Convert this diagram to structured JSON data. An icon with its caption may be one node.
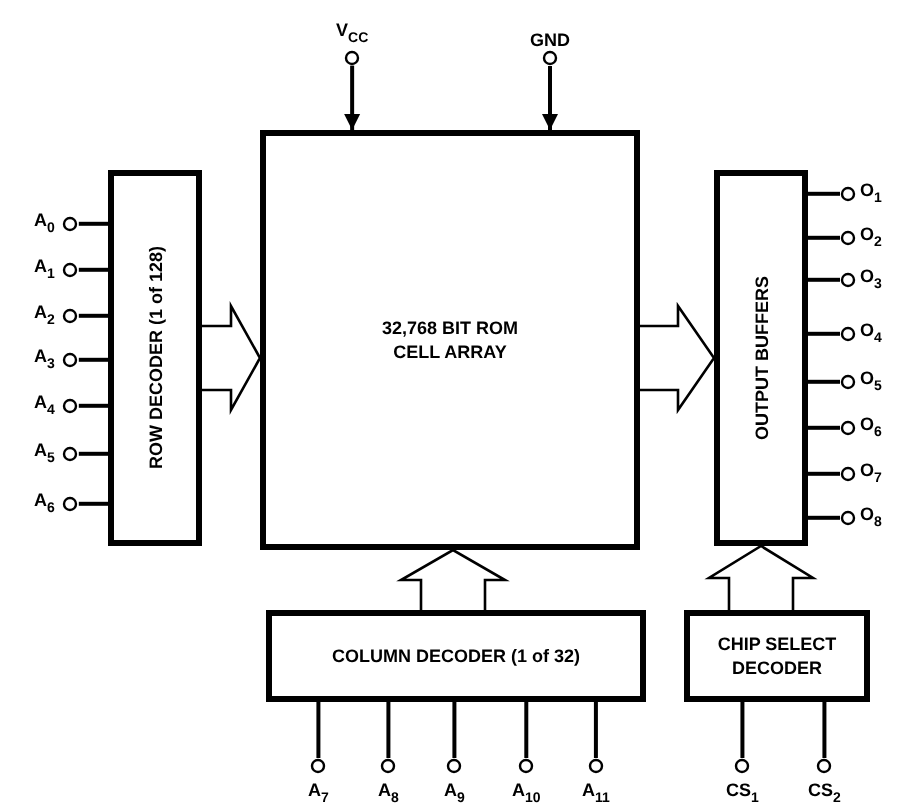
{
  "diagram": {
    "nodes": [
      {
        "text": [
          "V$_{CC}$"
        ]
      },
      {
        "text": [
          "GND"
        ]
      },
      {
        "text": [
          "A$_{0}$"
        ]
      },
      {
        "text": [
          "A$_{1}$"
        ]
      },
      {
        "text": [
          "A$_{2}$"
        ]
      },
      {
        "text": [
          "A$_{3}$"
        ]
      },
      {
        "text": [
          "A$_{4}$"
        ]
      },
      {
        "text": [
          "A$_{5}$"
        ]
      },
      {
        "text": [
          "A$_{6}$"
        ]
      },
      {
        "text": [
          "ROW DECODER (1 of 128)"
        ]
      },
      {
        "text": [
          "32,768 BIT ROM CELL ARRAY"
        ]
      },
      {
        "text": [
          "OUTPUT BUFFERS"
        ]
      },
      {
        "text": [
          "O$_{1}$"
        ]
      },
      {
        "text": [
          "O$_{2}$"
        ]
      },
      {
        "text": [
          "O$_{3}$"
        ]
      },
      {
        "text": [
          "O$_{4}$"
        ]
      },
      {
        "text": [
          "O$_{5}$"
        ]
      },
      {
        "text": [
          "O$_{6}$"
        ]
      },
      {
        "text": [
          "O$_{7}$"
        ]
      },
      {
        "text": [
          "O$_{8}$"
        ]
      },
      {
        "text": [
          "COLUMN DECODER (1 of 32)"
        ]
      },
      {
        "text": [
          "CHIP SELECT DECODER"
        ]
      },
      {
        "text": [
          "A$_{7}$"
        ]
      },
      {
        "text": [
          "A$_{8}$"
        ]
      },
      {
        "text": [
          "A$_{9}$"
        ]
      },
      {
        "text": [
          "A$_{10}$"
        ]
      },
      {
        "text": [
          "A$_{11}$"
        ]
      },
      {
        "text": [
          "CS$_{1}$"
        ]
      },
      {
        "text": [
          "CS$_{2}$"
        ]
      }
    ],
    "edges": [
      {
        "from": 0,
        "to": 10,
        "arrow": "to"
      },
      {
        "from": 1,
        "to": 10,
        "arrow": "to"
      },
      {
        "from": 2,
        "to": 9,
        "arrow": "none"
      },
      {
        "from": 3,
        "to": 9,
        "arrow": "none"
      },
      {
        "from": 4,
        "to": 9,
        "arrow": "none"
      },
      {
        "from": 5,
        "to": 9,
        "arrow": "none"
      },
      {
        "from": 6,
        "to": 9,
        "arrow": "none"
      },
      {
        "from": 7,
        "to": 9,
        "arrow": "none"
      },
      {
        "from": 8,
        "to": 9,
        "arrow": "none"
      },
      {
        "from": 9,
        "to": 10,
        "arrow": "to",
        "style": "thick"
      },
      {
        "from": 10,
        "to": 11,
        "arrow": "to",
        "style": "thick"
      },
      {
        "from": 11,
        "to": 12,
        "arrow": "none"
      },
      {
        "from": 11,
        "to": 13,
        "arrow": "none"
      },
      {
        "from": 11,
        "to": 14,
        "arrow": "none"
      },
      {
        "from": 11,
        "to": 15,
        "arrow": "none"
      },
      {
        "from": 11,
        "to": 16,
        "arrow": "none"
      },
      {
        "from": 11,
        "to": 17,
        "arrow": "none"
      },
      {
        "from": 11,
        "to": 18,
        "arrow": "none"
      },
      {
        "from": 11,
        "to": 19,
        "arrow": "none"
      },
      {
        "from": 20,
        "to": 10,
        "arrow": "to",
        "style": "thick"
      },
      {
        "from": 21,
        "to": 11,
        "arrow": "to",
        "style": "thick"
      },
      {
        "from": 22,
        "to": 20,
        "arrow": "none"
      },
      {
        "from": 23,
        "to": 20,
        "arrow": "none"
      },
      {
        "from": 24,
        "to": 20,
        "arrow": "none"
      },
      {
        "from": 25,
        "to": 20,
        "arrow": "none"
      },
      {
        "from": 26,
        "to": 20,
        "arrow": "none"
      },
      {
        "from": 27,
        "to": 21,
        "arrow": "none"
      },
      {
        "from": 28,
        "to": 21,
        "arrow": "none"
      }
    ]
  }
}
